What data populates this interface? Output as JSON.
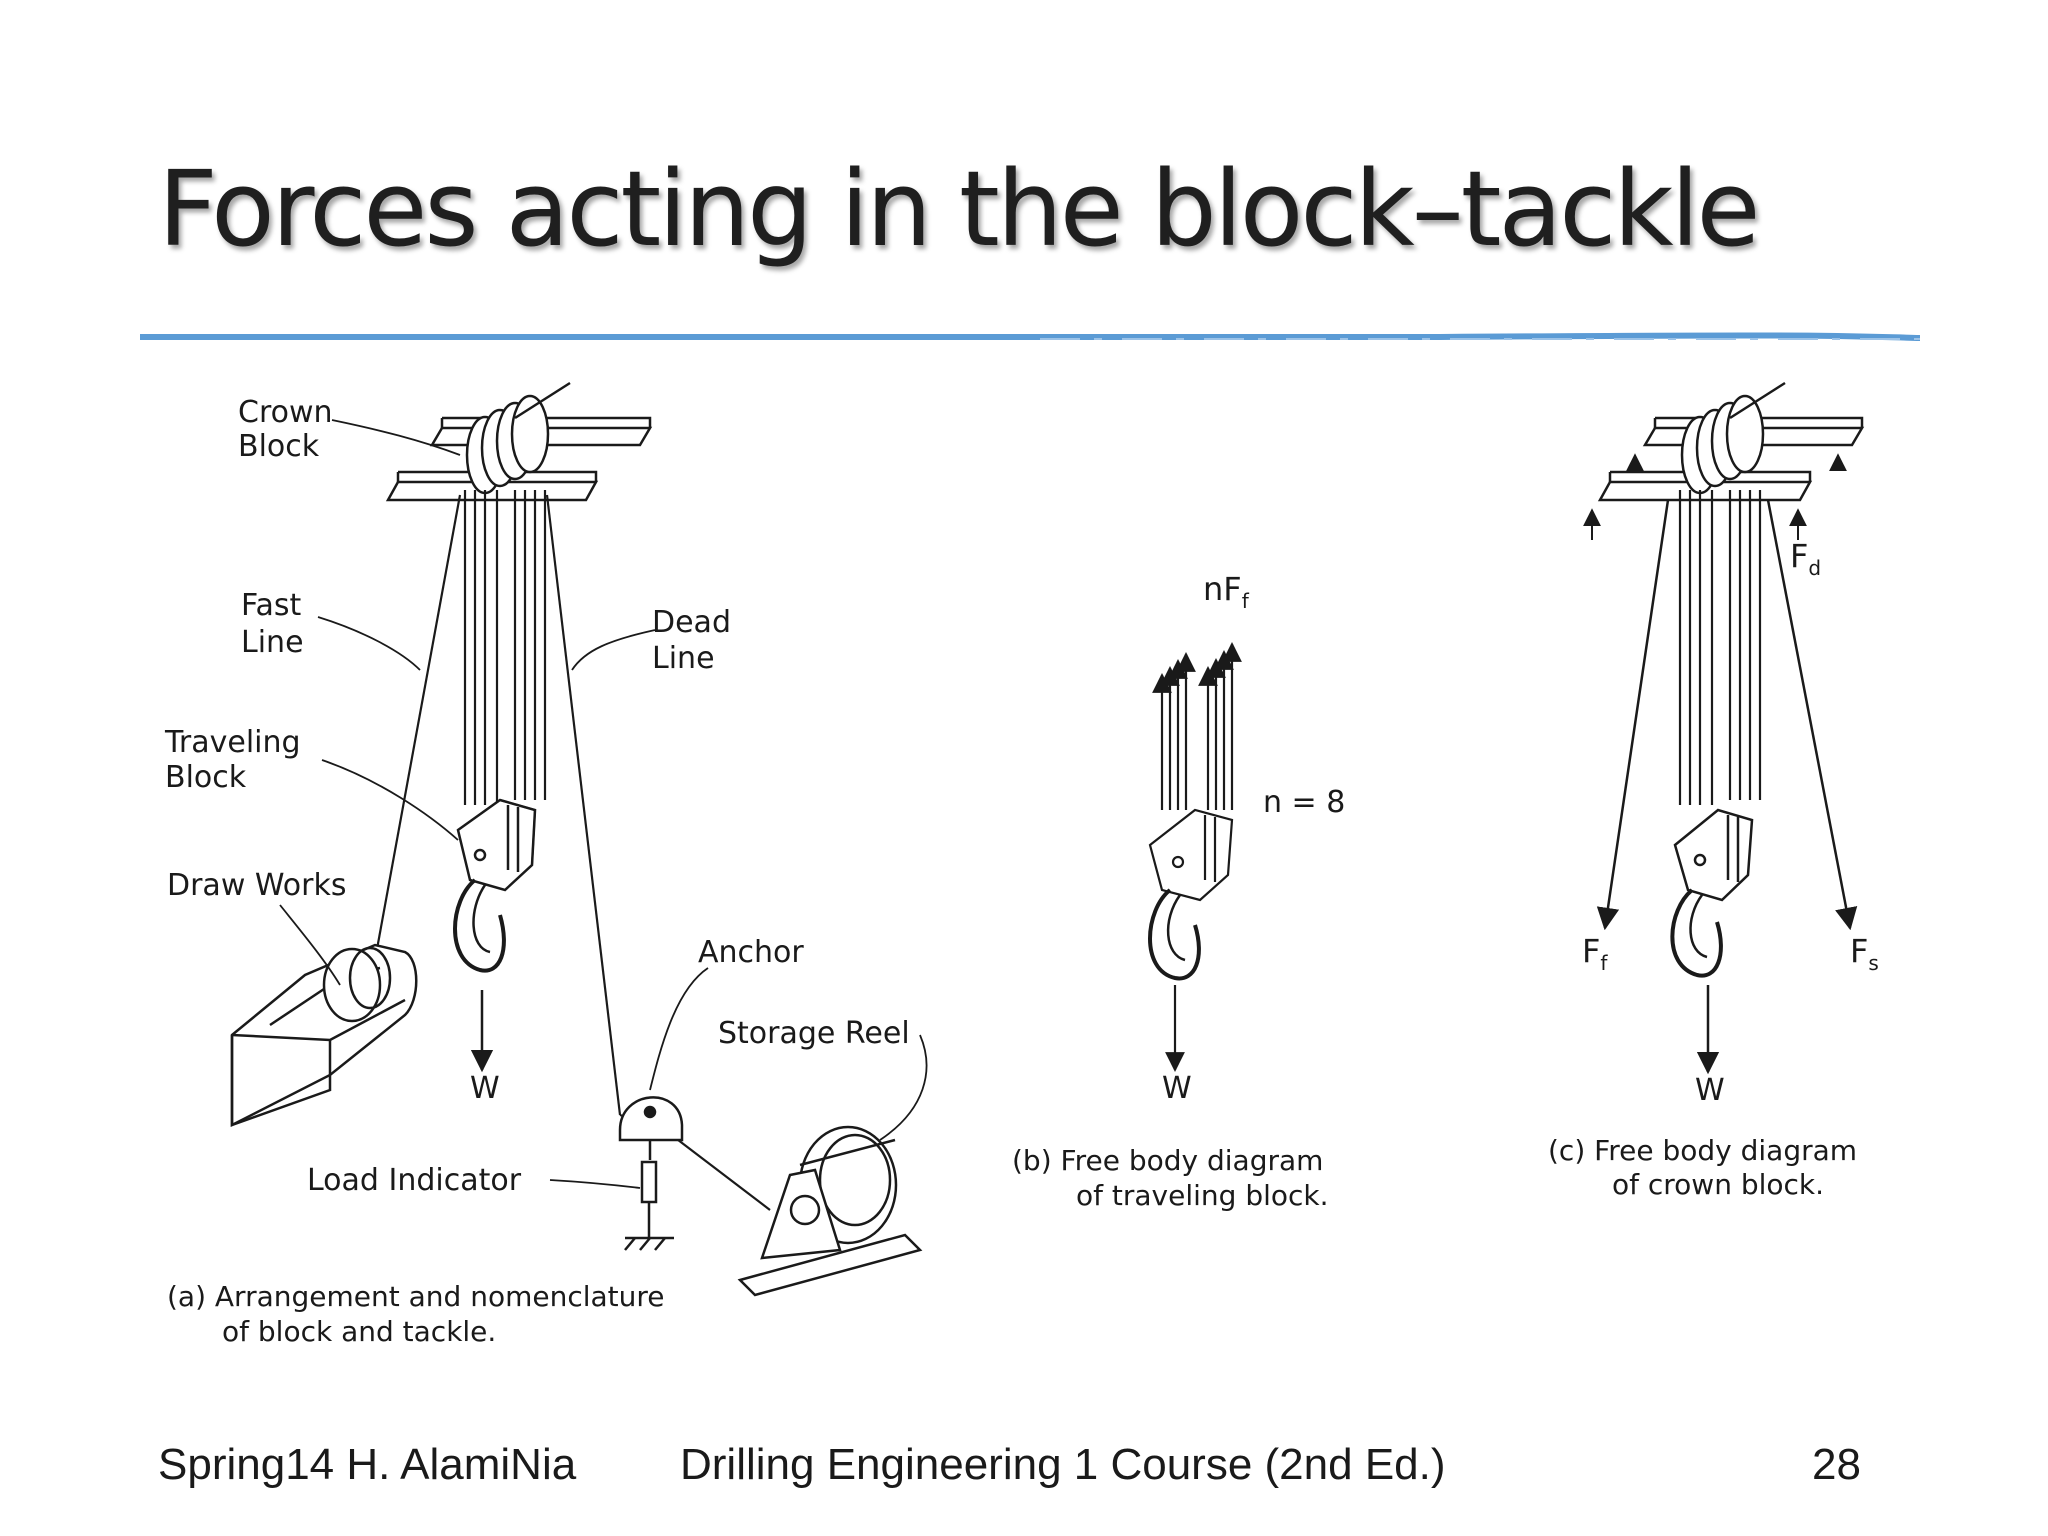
{
  "slide": {
    "title": "Forces acting in the block–tackle",
    "accent_color": "#5b9bd5"
  },
  "diagram_a": {
    "labels": {
      "crown_block": [
        "Crown",
        "Block"
      ],
      "fast_line": [
        "Fast",
        "Line"
      ],
      "dead_line": [
        "Dead",
        "Line"
      ],
      "traveling_block": [
        "Traveling",
        "Block"
      ],
      "draw_works": "Draw Works",
      "anchor": "Anchor",
      "storage_reel": "Storage Reel",
      "load_indicator": "Load Indicator",
      "weight": "W"
    },
    "caption": [
      "(a) Arrangement and nomenclature",
      "of block and tackle."
    ]
  },
  "diagram_b": {
    "force_label": "nF",
    "force_subscript": "f",
    "line_count_label": "n = 8",
    "weight": "W",
    "caption": [
      "(b) Free body diagram",
      "of traveling block."
    ]
  },
  "diagram_c": {
    "deadline_force": "F",
    "deadline_subscript": "d",
    "fastline_force": "F",
    "fastline_subscript": "f",
    "static_force": "F",
    "static_subscript": "s",
    "weight": "W",
    "caption": [
      "(c) Free body diagram",
      "of crown block."
    ]
  },
  "footer": {
    "left": "Spring14 H. AlamiNia",
    "center": "Drilling Engineering 1 Course (2nd Ed.)",
    "page_number": "28"
  }
}
